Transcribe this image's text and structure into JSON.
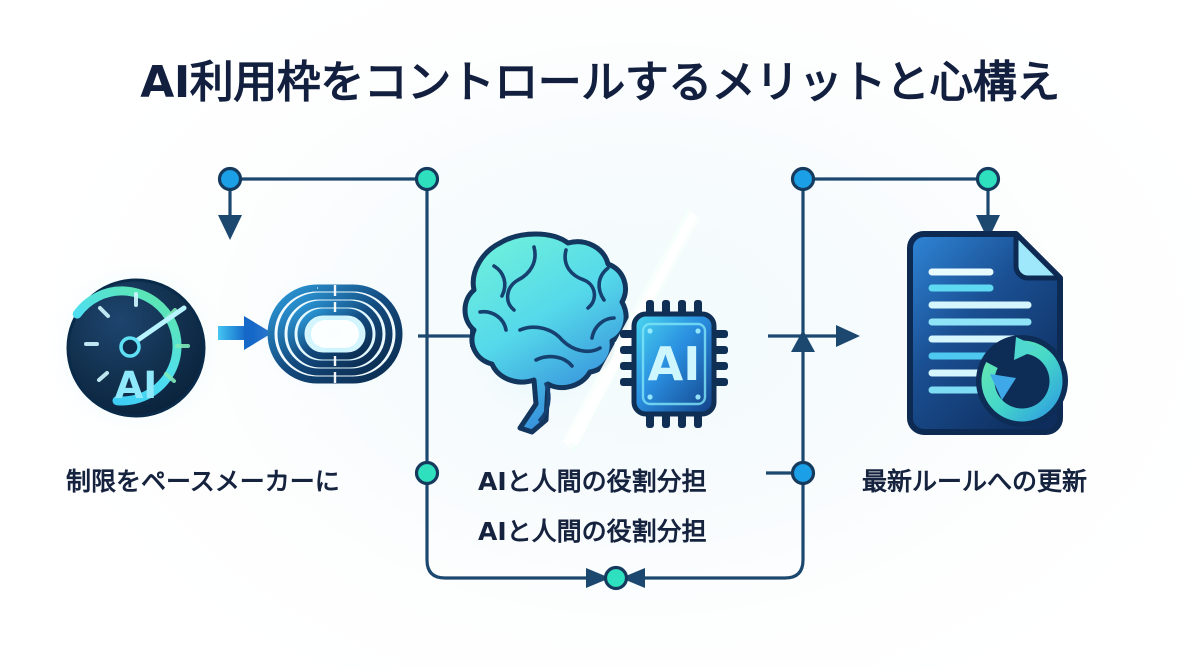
{
  "title": "AI利用枠をコントロールするメリットと心構え",
  "captions": {
    "left": "制限をペースメーカーに",
    "middle_top": "AIと人間の役割分担",
    "middle_bottom": "AIと人間の役割分担",
    "right": "最新ルールへの更新"
  },
  "icons": {
    "gauge_label": "AI",
    "chip_label": "AI",
    "gauge_name": "ai-gauge-icon",
    "track_name": "running-track-icon",
    "brain_name": "brain-icon",
    "chip_name": "ai-chip-icon",
    "document_name": "document-refresh-icon"
  },
  "colors": {
    "title": "#121f3e",
    "caption": "#16233f",
    "connector_line": "#1c4870",
    "node_blue": "#1b9fe6",
    "node_green": "#2ee0be",
    "node_stroke": "#153a5e",
    "arrow_blue": "#1f6fb0",
    "icon_navy_dark": "#0d2a4f",
    "icon_navy": "#153a68",
    "icon_cyan": "#5fe3f5",
    "icon_green": "#4fe0a0",
    "background": "#fbfdfe"
  },
  "connectors": {
    "top_left_group": {
      "start_node": "blue",
      "end_node": "green",
      "arrow": "down-left"
    },
    "top_right_group": {
      "start_node": "blue",
      "end_node": "green",
      "arrow": "down-right"
    },
    "mid_left_node": "green",
    "mid_right_node": "blue",
    "bottom_join_node": "green",
    "arrows_between_icons": 3
  }
}
